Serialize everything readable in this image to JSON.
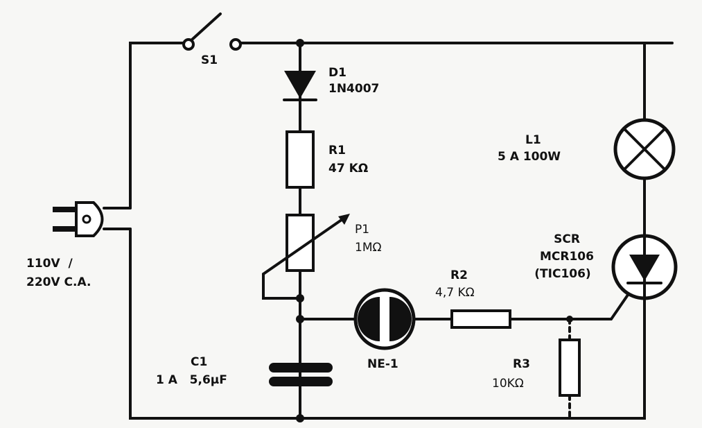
{
  "components": {
    "s1": {
      "ref": "S1"
    },
    "d1": {
      "ref": "D1",
      "value": "1N4007"
    },
    "r1": {
      "ref": "R1",
      "value": "47 KΩ"
    },
    "p1": {
      "ref": "P1",
      "value": "1MΩ"
    },
    "l1": {
      "ref": "L1",
      "value": "5 A 100W"
    },
    "scr": {
      "ref": "SCR",
      "value": "MCR106",
      "alt": "(TIC106)"
    },
    "r2": {
      "ref": "R2",
      "value": "4,7 KΩ"
    },
    "ne1": {
      "ref": "NE-1"
    },
    "r3": {
      "ref": "R3",
      "value": "10KΩ"
    },
    "c1": {
      "ref": "C1",
      "value": "1 A   5,6µF"
    },
    "supply": {
      "line1": "110V  /",
      "line2": "220V C.A."
    }
  }
}
